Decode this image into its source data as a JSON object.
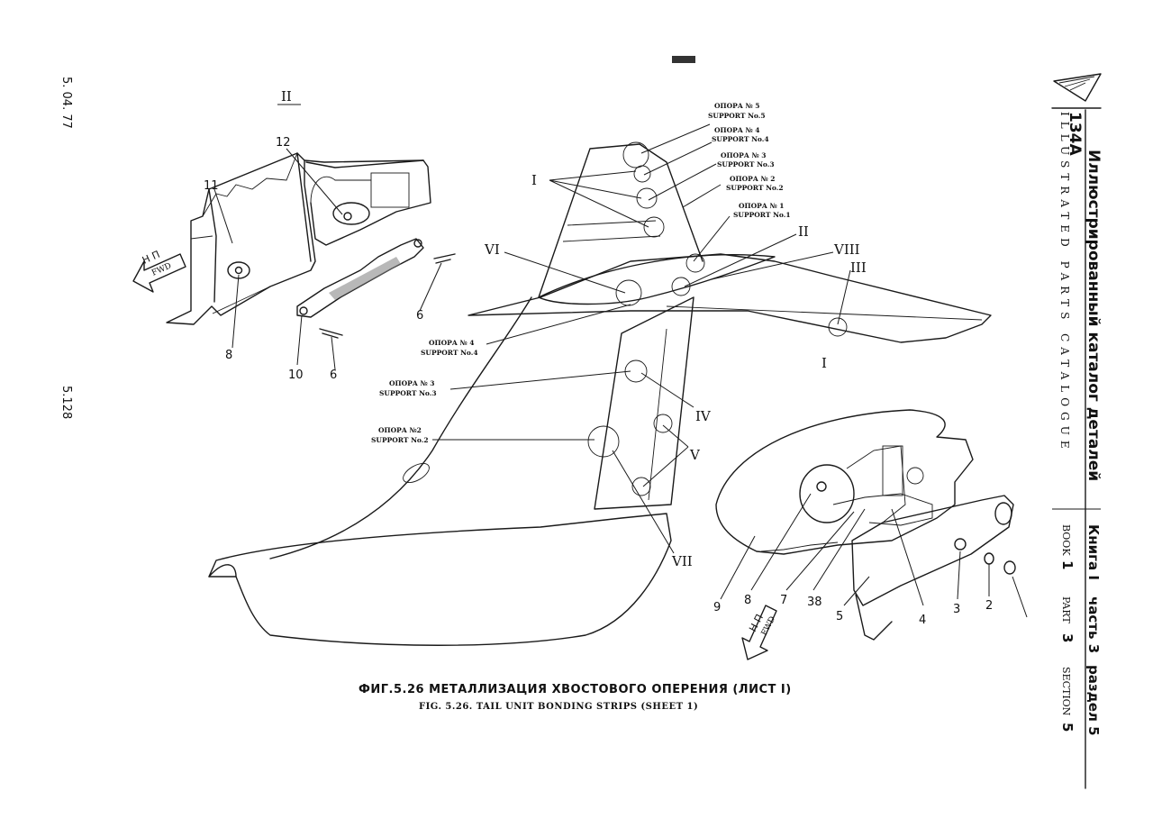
{
  "left_margin": {
    "date": "5. 04. 77",
    "page_number": "5.128"
  },
  "side_header": {
    "model": "134A",
    "title_ru": "Иллюстрированный каталог деталей",
    "title_en": "ILLUSTRATED PARTS CATALOGUE",
    "book_ru": "Книга I",
    "part_ru": "часть 3",
    "section_ru": "раздел 5",
    "book_en": "BOOK",
    "book_no": "1",
    "part_en": "PART",
    "part_no": "3",
    "section_en": "SECTION",
    "section_no": "5"
  },
  "view_ii": {
    "heading": "II",
    "callouts": [
      "11",
      "12",
      "8",
      "10",
      "6",
      "6"
    ],
    "fwd_ru": "Н П",
    "fwd_en": "FWD"
  },
  "view_i": {
    "heading": "I",
    "callouts": [
      "9",
      "8",
      "7",
      "38",
      "5",
      "4",
      "3",
      "2"
    ],
    "fwd_ru": "Н П",
    "fwd_en": "FWD"
  },
  "main_view": {
    "roman_labels": [
      "I",
      "II",
      "III",
      "IV",
      "V",
      "VI",
      "VII",
      "VIII"
    ],
    "supports_fin": [
      {
        "ru": "ОПОРА № 5",
        "en": "SUPPORT No.5"
      },
      {
        "ru": "ОПОРА № 4",
        "en": "SUPPORT No.4"
      },
      {
        "ru": "ОПОРА № 3",
        "en": "SUPPORT No.3"
      },
      {
        "ru": "ОПОРА № 2",
        "en": "SUPPORT No.2"
      },
      {
        "ru": "ОПОРА № 1",
        "en": "SUPPORT No.1"
      }
    ],
    "supports_rudder": [
      {
        "ru": "ОПОРА № 4",
        "en": "SUPPORT No.4"
      },
      {
        "ru": "ОПОРА № 3",
        "en": "SUPPORT No.3"
      },
      {
        "ru": "ОПОРА №2",
        "en": "SUPPORT No.2"
      }
    ]
  },
  "caption": {
    "ru": "ФИГ.5.26   МЕТАЛЛИЗАЦИЯ  ХВОСТОВОГО  ОПЕРЕНИЯ  (ЛИСТ I)",
    "en": "FIG. 5.26.  TAIL UNIT BONDING STRIPS (SHEET 1)"
  }
}
